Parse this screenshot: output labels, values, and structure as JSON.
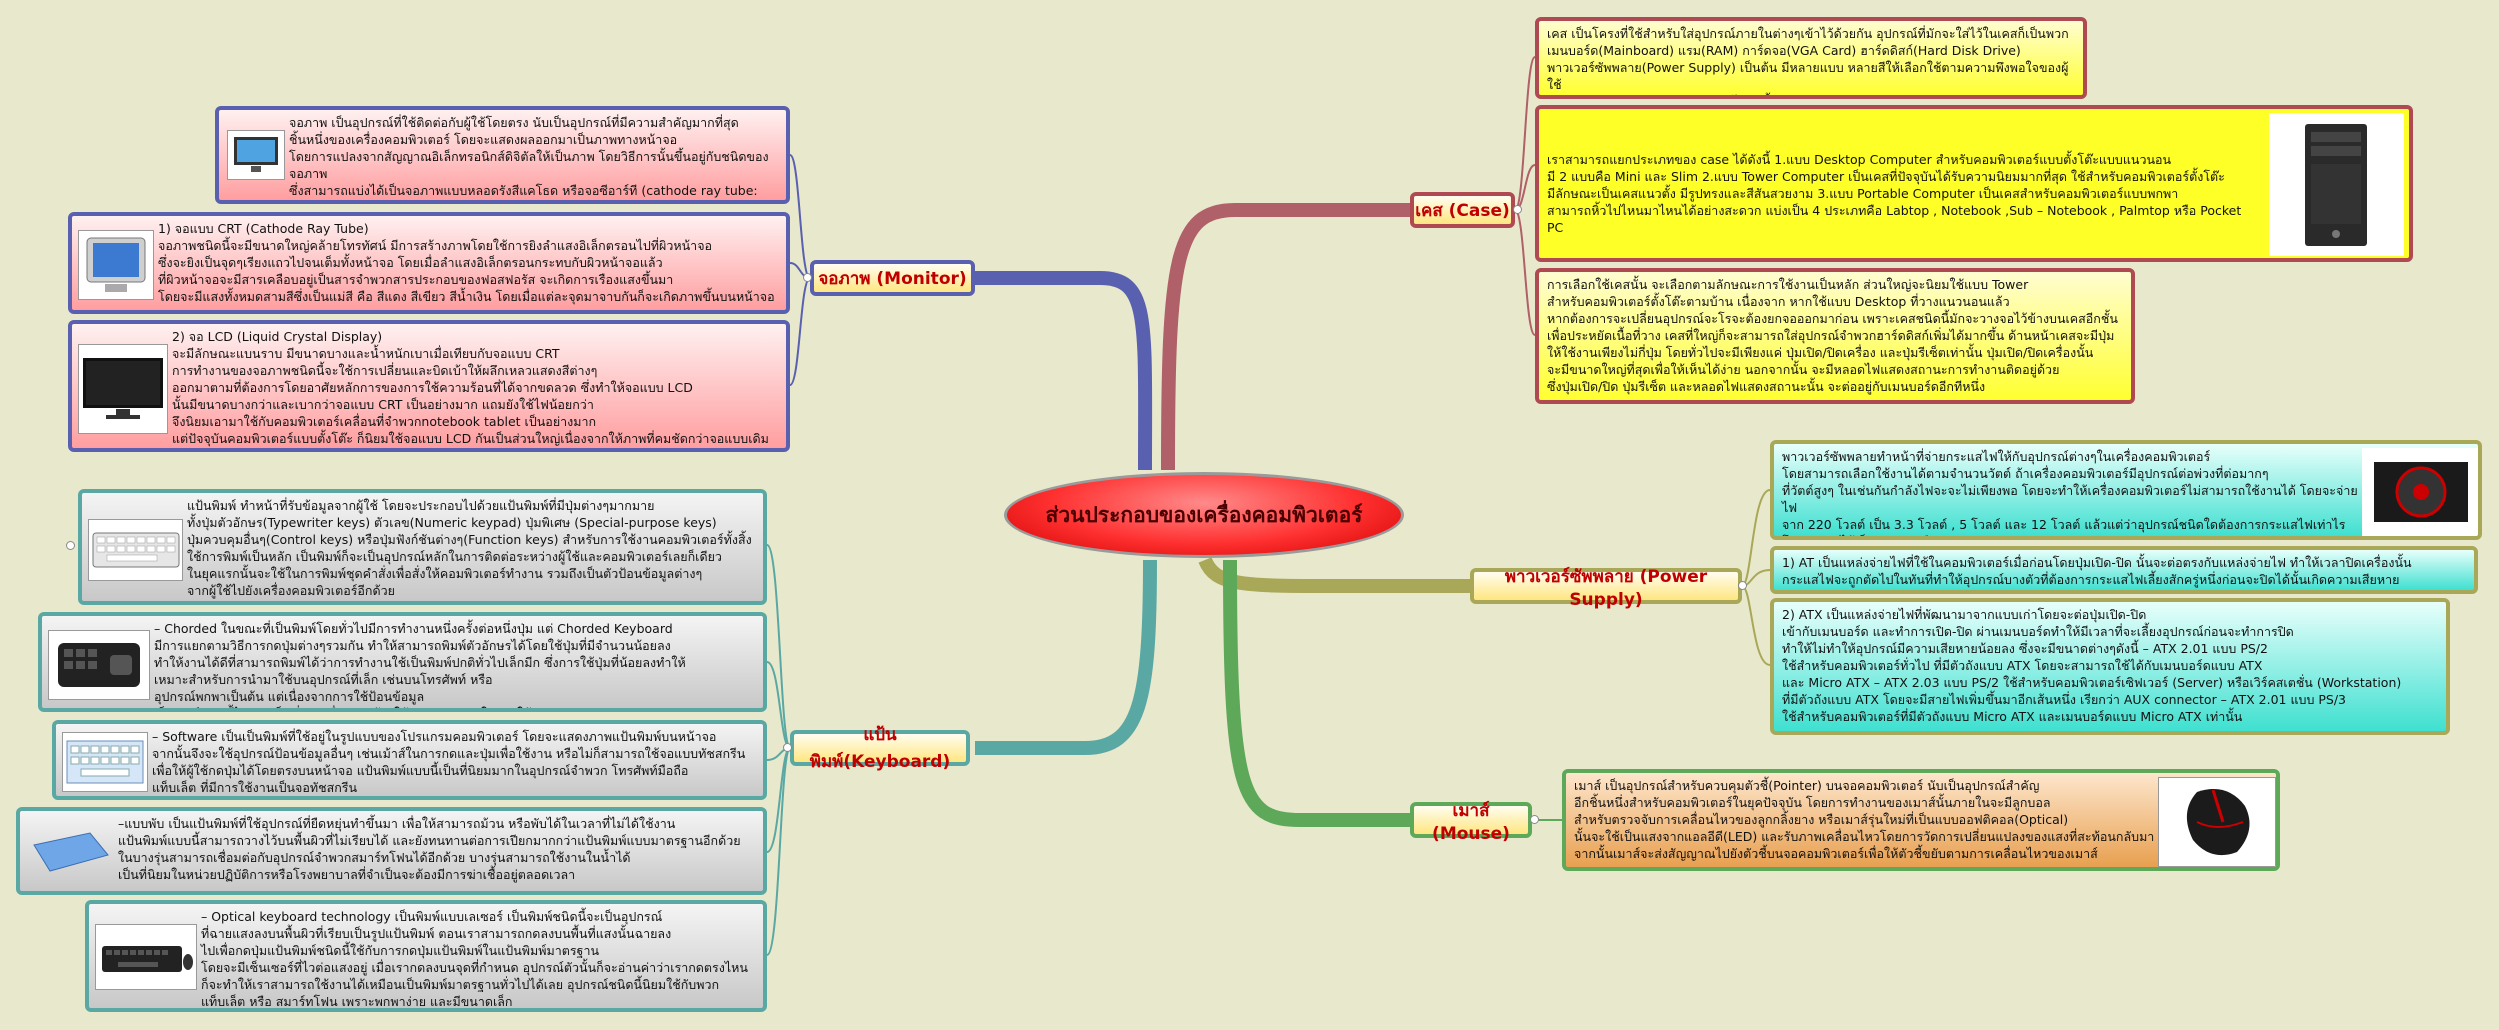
{
  "center": {
    "title": "ส่วนประกอบของเครื่องคอมพิวเตอร์"
  },
  "topics": {
    "case": "เคส (Case)",
    "monitor": "จอภาพ (Monitor)",
    "keyboard": "แป้นพิมพ์(Keyboard)",
    "power": "พาวเวอร์ซัพพลาย (Power Supply)",
    "mouse": "เมาส์ (Mouse)"
  },
  "case_notes": [
    "เคส  เป็นโครงที่ใช้สำหรับใส่อุปกรณ์ภายในต่างๆเข้าไว้ด้วยกัน อุปกรณ์ที่มักจะใส่ไว้ในเคสก็เป็นพวก\nเมนบอร์ด(Mainboard) แรม(RAM) การ์ดจอ(VGA Card) ฮาร์ดดิสก์(Hard Disk Drive)\nพาวเวอร์ซัพพลาย(Power Supply) เป็นต้น มีหลายแบบ หลายสีให้เลือกใช้ตามความพึงพอใจของผู้ใช้\nเราสามารถแยกประเภทของ case ได้ดังนี้",
    "เราสามารถแยกประเภทของ case ได้ดังนี้ 1.แบบ Desktop Computer สำหรับคอมพิวเตอร์แบบตั้งโต๊ะแบบแนวนอน\nมี 2 แบบคือ Mini และ Slim 2.แบบ Tower Computer เป็นเคสที่ปัจจุบันได้รับความนิยมมากที่สุด ใช้สำหรับคอมพิวเตอร์ตั้งโต๊ะ\nมีลักษณะเป็นเคสแนวตั้ง มีรูปทรงและสีสันสวยงาม 3.แบบ Portable Computer เป็นเคสสำหรับคอมพิวเตอร์แบบพกพา\nสามารถหิ้วไปไหนมาไหนได้อย่างสะดวก แบ่งเป็น 4 ประเภทคือ Labtop , Notebook ,Sub – Notebook , Palmtop หรือ Pocket PC",
    "การเลือกใช้เคสนั้น จะเลือกตามลักษณะการใช้งานเป็นหลัก ส่วนใหญ่จะนิยมใช้แบบ Tower\nสำหรับคอมพิวเตอร์ตั้งโต๊ะตามบ้าน เนื่องจาก หากใช้แบบ Desktop ที่วางแนวนอนแล้ว\nหากต้องการจะเปลี่ยนอุปกรณ์จะโรจะต้องยกจอออกมาก่อน เพราะเคสชนิดนี้มักจะวางจอไว้ข้างบนเคสอีกชั้น\nเพื่อประหยัดเนื้อที่วาง เคสที่ใหญ่ก็จะสามารถใส่อุปกรณ์จำพวกฮาร์ดดิสก์เพิ่มได้มากขึ้น ด้านหน้าเคสจะมีปุ่ม\nให้ใช้งานเพียงไม่กี่ปุ่ม โดยทั่วไปจะมีเพียงแค่ ปุ่มเปิด/ปิดเครื่อง และปุ่มรีเซ็ตเท่านั้น ปุ่มเปิด/ปิดเครื่องนั้น\nจะมีขนาดใหญ่ที่สุดเพื่อให้เห็นได้ง่าย นอกจากนั้น จะมีหลอดไฟแสดงสถานะการทำงานติดอยู่ด้วย\nซึ่งปุ่มเปิด/ปิด ปุ่มรีเซ็ต และหลอดไฟแสดงสถานะนั้น จะต่ออยู่กับเมนบอร์ดอีกทีหนึ่ง"
  ],
  "monitor_notes": [
    "จอภาพ เป็นอุปกรณ์ที่ใช้ติดต่อกับผู้ใช้โดยตรง นับเป็นอุปกรณ์ที่มีความสำคัญมากที่สุด\nชิ้นหนึ่งของเครื่องคอมพิวเตอร์ โดยจะแสดงผลออกมาเป็นภาพทางหน้าจอ\nโดยการแปลงจากสัญญาณอิเล็กทรอนิกส์ดิจิตัลให้เป็นภาพ โดยวิธีการนั้นขึ้นอยู่กับชนิดของจอภาพ\nซึ่งสามารถแบ่งได้เป็นจอภาพแบบหลอดรังสีแคโธด หรือจอซีอาร์ที (cathode ray tube: CRT)\nและจอภาพแบบผลึกเหลวหรือแอลซีดีแผ่นบาง หรือจอแบน แอลซีดี",
    "1) จอแบบ CRT (Cathode Ray Tube)\n   จอภาพชนิดนี้จะมีขนาดใหญ่คล้ายโทรทัศน์ มีการสร้างภาพโดยใช้การยิงลำแสงอิเล็กตรอนไปที่ผิวหน้าจอ\nซึ่งจะยิงเป็นจุดๆเรียงแถวไปจนเต็มทั้งหน้าจอ โดยเมื่อลำแสงอิเล็กตรอนกระทบกับผิวหน้าจอแล้ว\nที่ผิวหน้าจอจะมีสารเคลือบอยู่เป็นสารจำพวกสารประกอบของฟอสฟอรัส จะเกิดการเรืองแสงขึ้นมา\nโดยจะมีแสงทั้งหมดสามสีซึ่งเป็นแม่สี คือ สีแดง สีเขียว สีน้ำเงิน โดยเมื่อแต่ละจุดมาจาบกันก็จะเกิดภาพขึ้นบนหน้าจอ",
    "2) จอ LCD (Liquid Crystal Display)\nจะมีลักษณะแบนราบ มีขนาดบางและน้ำหนักเบาเมื่อเทียบกับจอแบบ CRT\nการทำงานของจอภาพชนิดนี้จะใช้การเปลี่ยนและบิดเบ้าให้ผลึกเหลวแสดงสีต่างๆ\nออกมาตามที่ต้องการโดยอาศัยหลักการของการใช้ความร้อนที่ได้จากขดลวด ซึ่งทำให้จอแบบ LCD\nนั้นมีขนาดบางกว่าและเบากว่าจอแบบ CRT เป็นอย่างมาก แถมยังใช้ไฟน้อยกว่า\nจึงนิยมเอามาใช้กับคอมพิวเตอร์เคลื่อนที่จำพวกnotebook tablet เป็นอย่างมาก\nแต่ปัจจุบันคอมพิวเตอร์แบบตั้งโต๊ะ ก็นิยมใช้จอแบบ LCD กันเป็นส่วนใหญ่เนื่องจากให้ภาพที่คมชัดกว่าจอแบบเดิม"
  ],
  "keyboard_notes": [
    "แป้นพิมพ์ ทำหน้าที่รับข้อมูลจากผู้ใช้ โดยจะประกอบไปด้วยแป้นพิมพ์ที่มีปุ่มต่างๆมากมาย\nทั้งปุ่มตัวอักษร(Typewriter keys) ตัวเลข(Numeric keypad) ปุ่มพิเศษ (Special-purpose keys)\nปุ่มควบคุมอื่นๆ(Control keys) หรือปุ่มฟังก์ชันต่างๆ(Function keys) สำหรับการใช้งานคอมพิวเตอร์ทั้งสิ้ง\nใช้การพิมพ์เป็นหลัก เป็นพิมพ์ก็จะเป็นอุปกรณ์หลักในการติดต่อระหว่างผู้ใช้และคอมพิวเตอร์เลยก็เดียว\nในยุคแรกนั้นจะใช้ในการพิมพ์ชุดคำสั่งเพื่อสั่งให้คอมพิวเตอร์ทำงาน รวมถึงเป็นตัวป้อนข้อมูลต่างๆ\nจากผู้ใช้ไปยังเครื่องคอมพิวเตอร์อีกด้วย",
    "– Chorded ในขณะที่เป็นพิมพ์โดยทั่วไปมีการทำงานหนึ่งครั้งต่อหนึ่งปุ่ม แต่ Chorded Keyboard\nมีการแยกตามวิธีการกดปุ่มต่างๆรวมกัน ทำให้สามารถพิมพ์ตัวอักษรได้โดยใช้ปุ่มที่มีจำนวนน้อยลง\nทำให้งานได้ดีที่สามารถพิมพ์ได้ว่าการทำงานใช้เป็นพิมพ์ปกติทั่วไปเล็กมีก ซึ่งการใช้ปุ่มที่น้อยลงทำให้\nเหมาะสำหรับการนำมาใช้บนอุปกรณ์ที่เล็ก เช่นบนโทรศัพท์ หรือ\nอุปกรณ์พกพาเป็นต้น แต่เนื่องจากการใช้ป้อนข้อมูล\nเป็นพิมพ์ชนิดนี้ไม่ค่อยเป็นที่นิยมเนื่องจากต้องใช้ความชำนาญในการใช้สูง",
    "– Software เป็นเป็นพิมพ์ที่ใช้อยู่ในรูปแบบของโปรแกรมคอมพิวเตอร์ โดยจะแสดงภาพแป้นพิมพ์บนหน้าจอ\nจากนั้นจึงจะใช้อุปกรณ์ป้อนข้อมูลอื่นๆ เช่นเม้าส์ในการกดและปุ่มเพื่อใช้งาน หรือไม่ก็สามารถใช้จอแบบทัชสกรีน\nเพื่อให้ผู้ใช้กดปุ่มได้โดยตรงบนหน้าจอ แป้นพิมพ์แบบนี้เป็นที่นิยมมากในอุปกรณ์จำพวก โทรศัพท์มือถือ\nแท็บเล็ต ที่มีการใช้งานเป็นจอทัชสกรีน",
    "–แบบพับ เป็นแป้นพิมพ์ที่ใช้อุปกรณ์ที่ยืดหยุ่นทำขึ้นมา เพื่อให้สามารถม้วน หรือพับได้ในเวลาที่ไม่ได้ใช้งาน\nแป้นพิมพ์แบบนี้สามารถวางไว้บนพื้นผิวที่ไม่เรียบได้ และยังทนทานต่อการเปียกมากกว่าแป้นพิมพ์แบบมาตรฐานอีกด้วย\nในบางรุ่นสามารถเชื่อมต่อกับอุปกรณ์จำพวกสมาร์ทโฟนได้อีกด้วย บางรุ่นสามารถใช้งานในน้ำได้\nเป็นที่นิยมในหน่วยปฏิบัติการหรือโรงพยาบาลที่จำเป็นจะต้องมีการฆ่าเชื้ออยู่ตลอดเวลา",
    "– Optical keyboard technology เป็นพิมพ์แบบเลเซอร์ เป็นพิมพ์ชนิดนี้จะเป็นอุปกรณ์\nที่ฉายแสงลงบนพื้นผิวที่เรียบเป็นรูปแป้นพิมพ์ ตอนเราสามารถกดลงบนพื้นที่แสงนั้นฉายลง\nไปเพื่อกดปุ่มแป้นพิมพ์ชนิดนี้ใช้กับการกดปุ่มแป้นพิมพ์ในแป้นพิมพ์มาตรฐาน\nโดยจะมีเซ็นเซอร์ที่ไวต่อแสงอยู่ เมื่อเรากดลงบนจุดที่กำหนด อุปกรณ์ตัวนั้นก็จะอ่านค่าว่าเรากดตรงไหน\nก็จะทำให้เราสามารถใช้งานได้เหมือนเป็นพิมพ์มาตรฐานทั่วไปได้เลย อุปกรณ์ชนิดนี้นิยมใช้กับพวก\nแท็บเล็ต หรือ สมาร์ทโฟน เพราะพกพาง่าย และมีขนาดเล็ก"
  ],
  "power_notes": [
    "พาวเวอร์ซัพพลายทำหน้าที่จ่ายกระแสไฟให้กับอุปกรณ์ต่างๆในเครื่องคอมพิวเตอร์\nโดยสามารถเลือกใช้งานได้ตามจำนวนวัตต์ ถ้าเครื่องคอมพิวเตอร์มีอุปกรณ์ต่อพ่วงที่ต่อมากๆ\nที่วัตต์สูงๆ ในเช่นกันกำลังไฟจะจะไม่เพียงพอ โดยจะทำให้เครื่องคอมพิวเตอร์ไม่สามารถใช้งานได้ โดยจะจ่ายไฟ\nจาก 220 โวลต์ เป็น 3.3 โวลต์ , 5 โวลต์ และ 12 โวลต์ แล้วแต่ว่าอุปกรณ์ชนิดใดต้องการกระแสไฟเท่าไร\nโดยจะแบ่งได้เป็นสองแบบคือ AT และ ATX",
    "1) AT เป็นแหล่งจ่ายไฟที่ใช้ในคอมพิวเตอร์เมื่อก่อนโดยปุ่มเปิด-ปิด นั้นจะต่อตรงกับแหล่งจ่ายไฟ ทำให้เวลาปิดเครื่องนั้น\nกระแสไฟจะถูกตัดไปในทันที่ทำให้อุปกรณ์บางตัวที่ต้องการกระแสไฟเลี้ยงสักครู่หนึ่งก่อนจะปิดได้นั้นเกิดความเสียหาย",
    "2) ATX เป็นแหล่งจ่ายไฟที่พัฒนามาจากแบบเก่าโดยจะต่อปุ่มเปิด-ปิด\nเข้ากับเมนบอร์ด และทำการเปิด-ปิด ผ่านเมนบอร์ดทำให้มีเวลาที่จะเลี้ยงอุปกรณ์ก่อนจะทำการปิด\nทำให้ไม่ทำให้อุปกรณ์มีความเสียหายน้อยลง ซึ่งจะมีขนาดต่างๆดังนี้ – ATX 2.01 แบบ PS/2\nใช้สำหรับคอมพิวเตอร์ทั่วไป ที่มีตัวถังแบบ ATX โดยจะสามารถใช้ได้กับเมนบอร์ดแบบ ATX\nและ Micro ATX – ATX 2.03 แบบ PS/2 ใช้สำหรับคอมพิวเตอร์เซิฟเวอร์ (Server) หรือเวิร์คสเตชั่น (Workstation)\nที่มีตัวถังแบบ ATX โดยจะมีสายไฟเพิ่มขึ้นมาอีกเส้นหนึ่ง เรียกว่า AUX connector – ATX 2.01 แบบ PS/3\nใช้สำหรับคอมพิวเตอร์ที่มีตัวถังแบบ Micro ATX และเมนบอร์ดแบบ Micro ATX เท่านั้น"
  ],
  "mouse_notes": [
    "เมาส์ เป็นอุปกรณ์สำหรับควบคุมตัวชี้(Pointer) บนจอคอมพิวเตอร์ นับเป็นอุปกรณ์สำคัญ\nอีกชิ้นหนึ่งสำหรับคอมพิวเตอร์ในยุคปัจจุบัน โดยการทำงานของเมาส์นั้นภายในจะมีลูกบอล\nสำหรับตรวจจับการเคลื่อนไหวของลูกกลิ้งยาง หรือเมาส์รุ่นใหม่ที่เป็นแบบออฟติคอล(Optical)\nนั้นจะใช้เป็นแสงจากแอลอีดี(LED) และรับภาพเคลื่อนไหวโดยการวัดการเปลี่ยนแปลงของแสงที่สะท้อนกลับมา\nจากนั้นเมาส์จะส่งสัญญาณไปยังตัวชี้บนจอคอมพิวเตอร์เพื่อให้ตัวชี้ขยับตามการเคลื่อนไหวของเมาส์"
  ],
  "colors": {
    "case": "#b04a52",
    "monitor": "#5a60b0",
    "keyboard": "#5aa8a4",
    "power": "#a8a858",
    "mouse": "#5ea85a"
  }
}
